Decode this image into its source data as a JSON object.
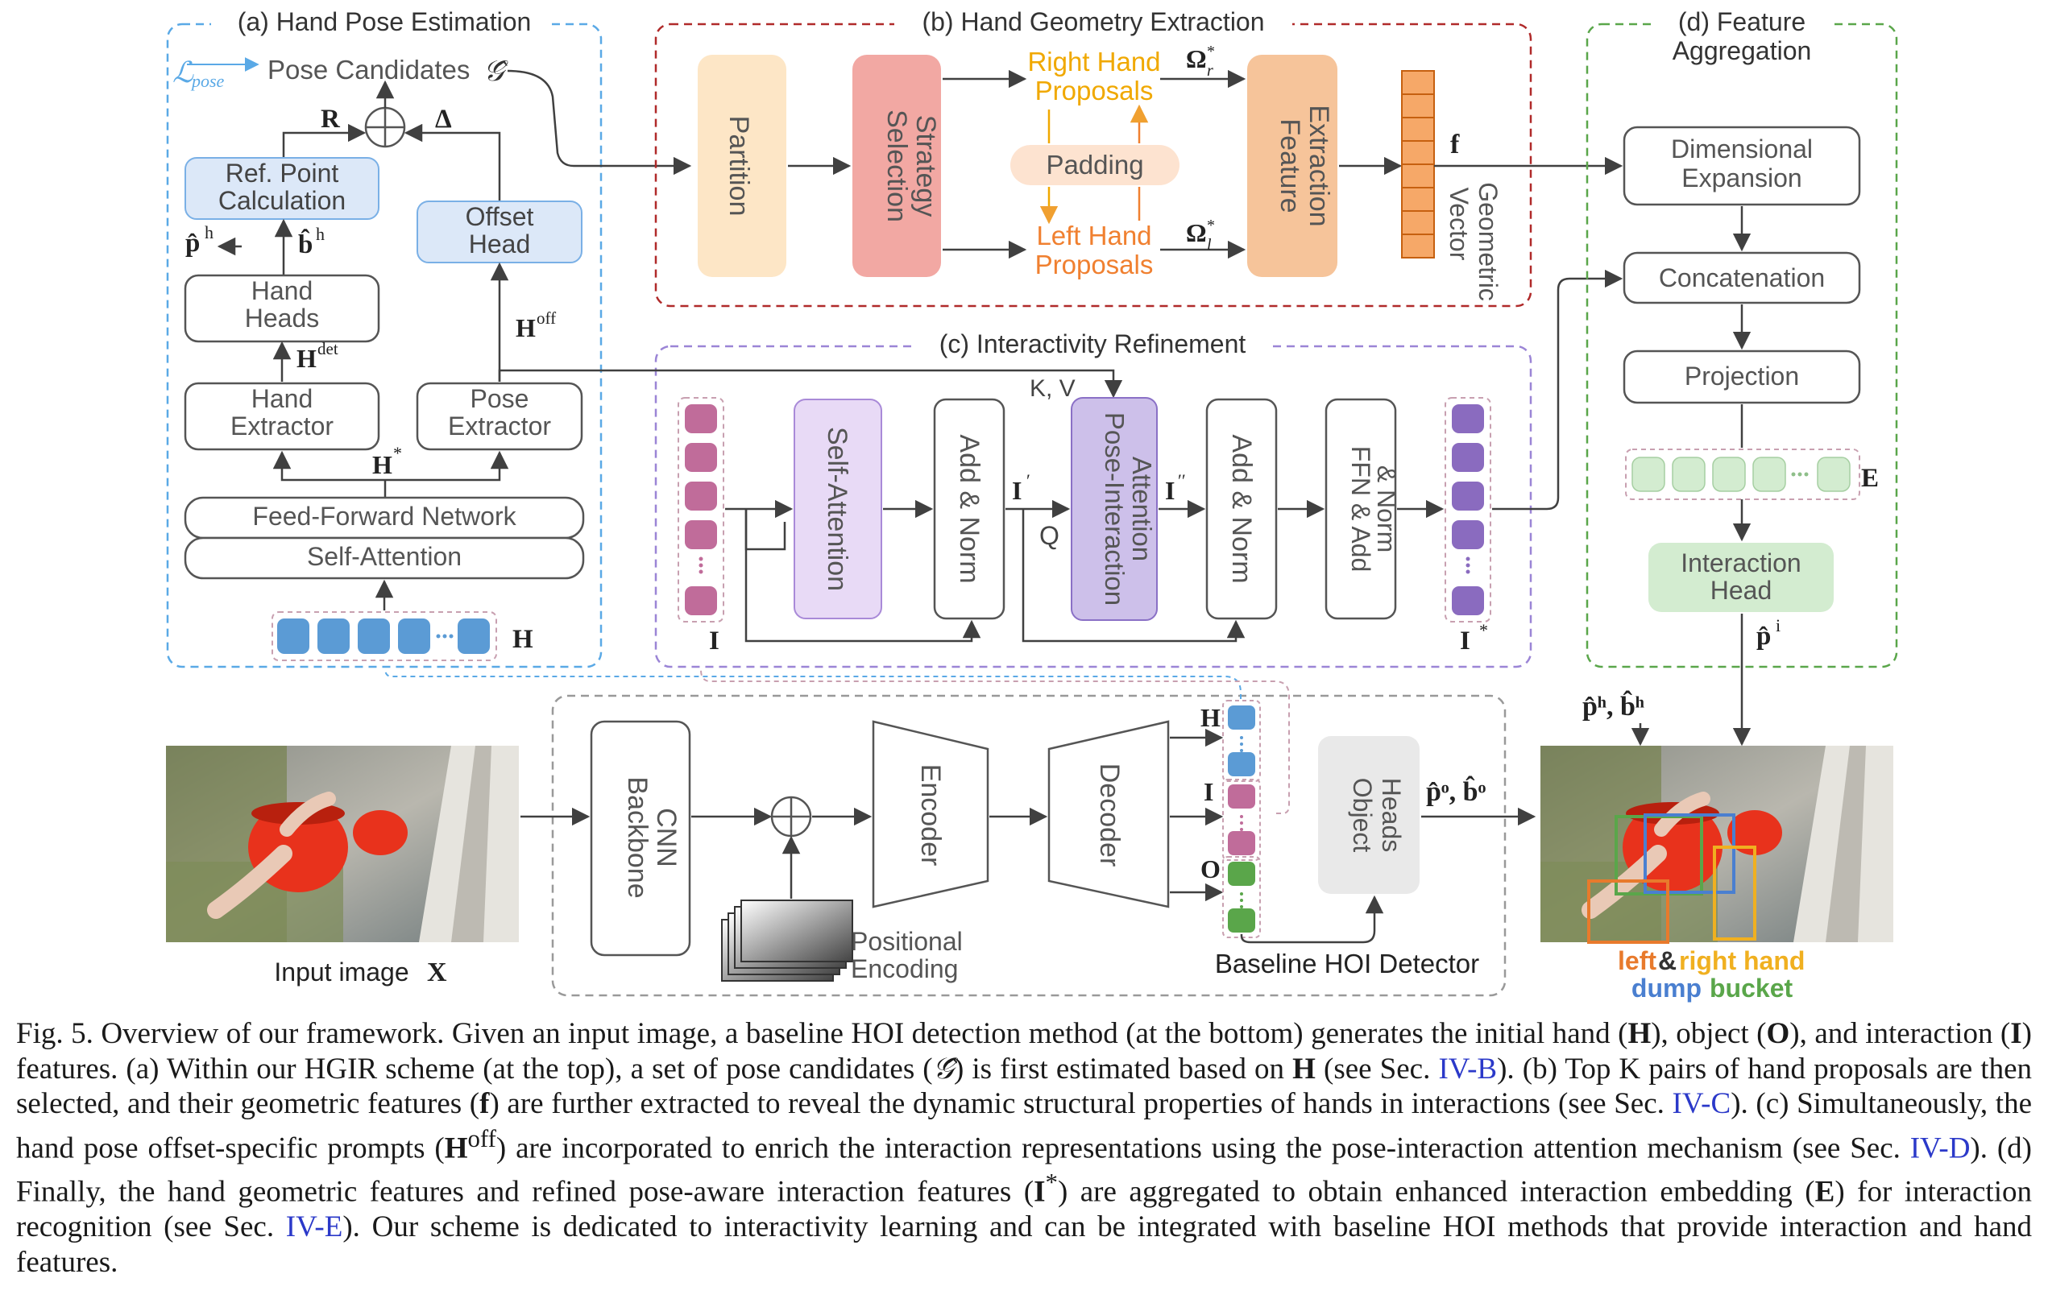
{
  "panels": {
    "a": "(a) Hand Pose Estimation",
    "b": "(b) Hand Geometry Extraction",
    "c": "(c) Interactivity Refinement",
    "d_line1": "(d) Feature",
    "d_line2": "Aggregation"
  },
  "pose_estimation": {
    "loss_symbol": "ℒ",
    "loss_sub": "pose",
    "pose_candidates": "Pose Candidates",
    "g_hat": "𝒢̂",
    "r": "R",
    "delta": "Δ",
    "ref_point_1": "Ref. Point",
    "ref_point_2": "Calculation",
    "offset_head_1": "Offset",
    "offset_head_2": "Head",
    "p_h": "p̂",
    "p_h_sup": "h",
    "b_h": "b̂",
    "b_h_sup": "h",
    "hand_heads_1": "Hand",
    "hand_heads_2": "Heads",
    "h_det": "H",
    "h_det_sup": "det",
    "h_off": "H",
    "h_off_sup": "off",
    "hand_extractor_1": "Hand",
    "hand_extractor_2": "Extractor",
    "pose_extractor_1": "Pose",
    "pose_extractor_2": "Extractor",
    "h_star": "H",
    "h_star_sup": "*",
    "ffn": "Feed-Forward Network",
    "self_attention": "Self-Attention",
    "h_label": "H"
  },
  "geometry": {
    "partition": "Partition",
    "selection_1": "Selection",
    "selection_2": "Strategy",
    "right_1": "Right Hand",
    "right_2": "Proposals",
    "padding": "Padding",
    "left_1": "Left Hand",
    "left_2": "Proposals",
    "omega_r": "Ω",
    "omega_r_sup": "*",
    "omega_r_sub": "r",
    "omega_l": "Ω",
    "omega_l_sup": "*",
    "omega_l_sub": "l",
    "feature_1": "Feature",
    "feature_2": "Extraction",
    "f": "f",
    "geo_1": "Geometric",
    "geo_2": "Vector"
  },
  "refinement": {
    "self_attention": "Self-Attention",
    "add_norm_1": "Add & Norm",
    "i_prime": "I",
    "i_prime_sup": "′",
    "kv": "K, V",
    "q": "Q",
    "pia_1": "Pose-Interaction",
    "pia_2": "Attention",
    "i_dprime": "I",
    "i_dprime_sup": "′′",
    "add_norm_2": "Add & Norm",
    "ffn_1": "FFN & Add",
    "ffn_2": "& Norm",
    "i_label": "I",
    "i_star": "I",
    "i_star_sup": "*"
  },
  "aggregation": {
    "dim_1": "Dimensional",
    "dim_2": "Expansion",
    "concat": "Concatenation",
    "projection": "Projection",
    "e": "E",
    "interaction_1": "Interaction",
    "interaction_2": "Head",
    "p_i": "p̂",
    "p_i_sup": "i"
  },
  "baseline": {
    "backbone_1": "Backbone",
    "backbone_2": "CNN",
    "encoder": "Encoder",
    "decoder": "Decoder",
    "pos_1": "Positional",
    "pos_2": "Encoding",
    "h": "H",
    "i": "I",
    "o": "O",
    "object_1": "Object",
    "object_2": "Heads",
    "po_bo": "p̂ᵒ, b̂ᵒ",
    "ph_bh": "p̂ʰ, b̂ʰ",
    "detector": "Baseline HOI Detector"
  },
  "images": {
    "input_label": "Input image",
    "input_sym": "X",
    "out_left": "left",
    "out_amp": "&",
    "out_right": "right hand",
    "out_dump": "dump",
    "out_bucket": "bucket"
  },
  "caption": {
    "s1": "Fig. 5.  Overview of our framework. Given an input image, a baseline HOI detection method (at the bottom) generates the initial hand (",
    "s2": "), object (",
    "s3": "), and interaction (",
    "s4": ") features. (a) Within our HGIR scheme (at the top), a set of pose candidates (",
    "s5": ") is first estimated based on ",
    "s6": " (see Sec. ",
    "ref1": "IV-B",
    "s7": "). (b) Top K pairs of hand proposals are then selected, and their geometric features (",
    "s8": ") are further extracted to reveal the dynamic structural properties of hands in interactions (see Sec. ",
    "ref2": "IV-C",
    "s9": "). (c) Simultaneously, the hand pose offset-specific prompts (",
    "s10": ") are incorporated to enrich the interaction representations using the pose-interaction attention mechanism (see Sec. ",
    "ref3": "IV-D",
    "s11": "). (d) Finally, the hand geometric features and refined pose-aware interaction features (",
    "s12": ") are aggregated to obtain enhanced interaction embedding (",
    "s13": ") for interaction recognition (see Sec. ",
    "ref4": "IV-E",
    "s14": "). Our scheme is dedicated to interactivity learning and can be integrated with baseline HOI methods that provide interaction and hand features.",
    "sym_H": "H",
    "sym_O": "O",
    "sym_I": "I",
    "sym_G": "𝒢̂",
    "sym_f": "f",
    "sym_Hoff": "H",
    "sym_Hoff_sup": "off",
    "sym_Istar": "I",
    "sym_Istar_sup": "*",
    "sym_E": "E"
  },
  "colors": {
    "panel_a": "#5aa9e6",
    "panel_b": "#b02a2a",
    "panel_c": "#9b85d6",
    "panel_d": "#5aa64a",
    "hand_token": "#5b9bd5",
    "interaction_token": "#c06c9a",
    "refined_token": "#8a6bbf",
    "object_token": "#5aa64a"
  }
}
